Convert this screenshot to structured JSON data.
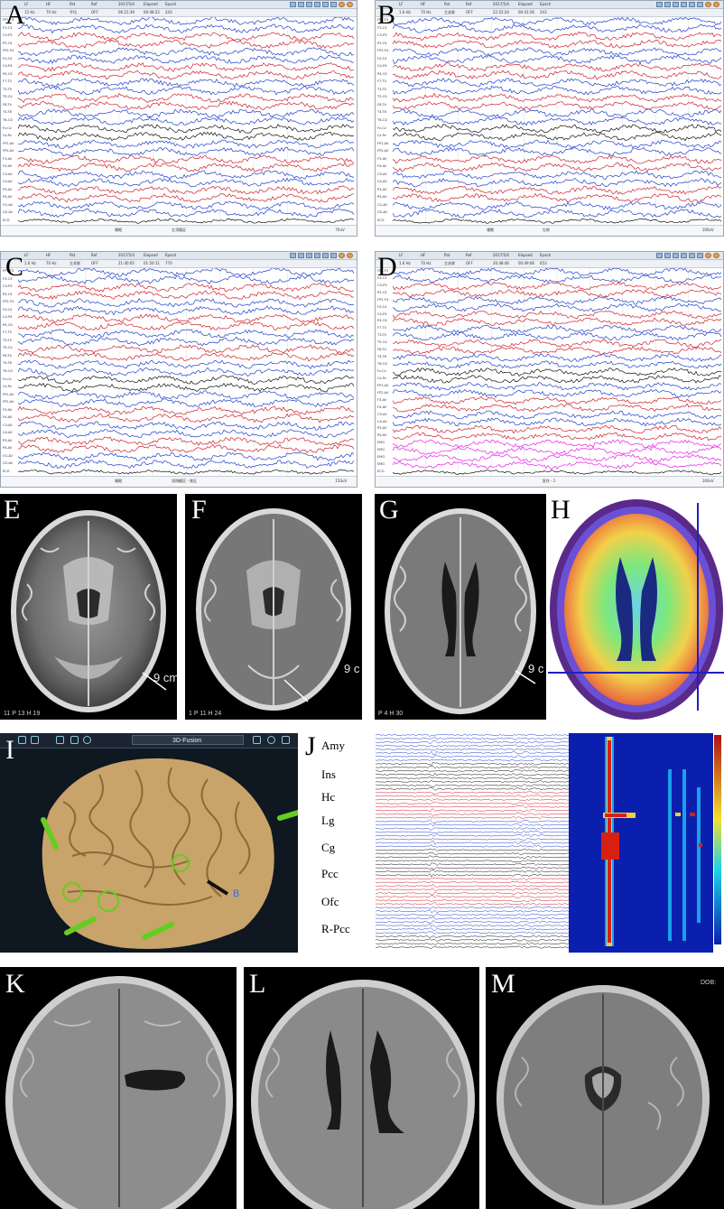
{
  "figure": {
    "panel_labels": [
      "A",
      "B",
      "C",
      "D",
      "E",
      "F",
      "G",
      "H",
      "I",
      "J",
      "K",
      "L",
      "M"
    ]
  },
  "eeg_panels": {
    "A": {
      "toolbar_row1": [
        "LF",
        "HF",
        "Pat",
        "Ref",
        "2017/5/4",
        "Elapsed",
        "Epoch"
      ],
      "toolbar_row2": [
        "15 Hz",
        "70 Hz",
        "平均",
        "OFF",
        "06:21:39",
        "00:48:22",
        "243"
      ],
      "footer_left": "睡眠",
      "footer_mid": "左顶颞区",
      "footer_right": "70uV",
      "channels": [
        "FP1-F3",
        "F3-C3",
        "C3-P3",
        "P3-O1",
        "FP2-F4",
        "F4-C4",
        "C4-P4",
        "P4-O2",
        "F7-T3",
        "T3-T5",
        "T5-O1",
        "F8-T4",
        "T4-T6",
        "T6-O2",
        "Fz-Cz",
        "Cz-Pz",
        "FP1-AV",
        "FP2-AV",
        "F3-AV",
        "F4-AV",
        "C3-AV",
        "C4-AV",
        "P3-AV",
        "P4-AV",
        "O1-AV",
        "O2-AV",
        "ECG"
      ]
    },
    "B": {
      "toolbar_row1": [
        "LF",
        "HF",
        "Pat",
        "Ref",
        "2017/5/4",
        "Elapsed",
        "Epoch"
      ],
      "toolbar_row2": [
        "1.6 Hz",
        "70 Hz",
        "主关联",
        "OFF",
        "22:22:24",
        "00:41:26",
        "243"
      ],
      "footer_left": "睡眠",
      "footer_mid": "左侧",
      "footer_right": "100uV",
      "channels": [
        "FP1-F3",
        "F3-C3",
        "C3-P3",
        "P3-O1",
        "FP2-F4",
        "F4-C4",
        "C4-P4",
        "P4-O2",
        "F7-T3",
        "T3-T5",
        "T5-O1",
        "F8-T4",
        "T4-T6",
        "T6-O2",
        "Fz-Cz",
        "Cz-Pz",
        "FP1-AV",
        "FP2-AV",
        "F3-AV",
        "F4-AV",
        "C3-AV",
        "C4-AV",
        "P3-AV",
        "P4-AV",
        "O1-AV",
        "O2-AV",
        "ECG"
      ]
    },
    "C": {
      "toolbar_row1": [
        "LF",
        "HF",
        "Pat",
        "Ref",
        "2017/5/3",
        "Elapsed",
        "Epoch"
      ],
      "toolbar_row2": [
        "1.6 Hz",
        "70 Hz",
        "主关联",
        "OFF",
        "21:40:05",
        "01:50:11",
        "770"
      ],
      "footer_left": "睡眠",
      "footer_mid": "双侧额区 - 枕区",
      "footer_right": "150uV",
      "channels": [
        "FP1-F3",
        "F3-C3",
        "C3-P3",
        "P3-O1",
        "FP2-F4",
        "F4-C4",
        "C4-P4",
        "P4-O2",
        "F7-T3",
        "T3-T5",
        "T5-O1",
        "F8-T4",
        "T4-T6",
        "T6-O2",
        "Fz-Cz",
        "Cz-Pz",
        "FP1-AV",
        "FP2-AV",
        "F3-AV",
        "F4-AV",
        "C3-AV",
        "C4-AV",
        "P3-AV",
        "P4-AV",
        "O1-AV",
        "O2-AV",
        "ECG"
      ]
    },
    "D": {
      "toolbar_row1": [
        "LF",
        "HF",
        "Pat",
        "Ref",
        "2017/5/4",
        "Elapsed",
        "Epoch"
      ],
      "toolbar_row2": [
        "1.6 Hz",
        "70 Hz",
        "主关联",
        "OFF",
        "20:48:46",
        "00:49:06",
        "653"
      ],
      "footer_left": "",
      "footer_mid": "发作 - 1",
      "footer_right": "100uV",
      "channels": [
        "FP1-F3",
        "F3-C3",
        "C3-P3",
        "P3-O1",
        "FP2-F4",
        "F4-C4",
        "C4-P4",
        "P4-O2",
        "F7-T3",
        "T3-T5",
        "T5-O1",
        "F8-T4",
        "T4-T6",
        "T6-O2",
        "Fz-Cz",
        "Cz-Pz",
        "FP1-AV",
        "FP2-AV",
        "F3-AV",
        "F4-AV",
        "C3-AV",
        "C4-AV",
        "P3-AV",
        "P4-AV",
        "EMG",
        "EMG",
        "EMG",
        "EMG",
        "ECG"
      ]
    }
  },
  "mri": {
    "E": {
      "scale": "9 cm",
      "footer": "11 P 13 H 19"
    },
    "F": {
      "scale": "9 c",
      "footer": "1 P 11 H 24"
    },
    "G": {
      "scale": "9 c",
      "footer": "P 4 H 30"
    },
    "H": {
      "scale": ""
    },
    "K": {},
    "L": {},
    "M": {
      "corner": "DOB:"
    }
  },
  "panel_I": {
    "toolbar_title": "3D-Fusion",
    "marker_label": "B",
    "icons": [
      "cursor-icon",
      "zoom-icon",
      "pan-icon",
      "rotate-icon",
      "contrast-icon",
      "reset-icon",
      "fullscreen-icon"
    ]
  },
  "panel_J": {
    "regions": [
      "Amy",
      "Ins",
      "Hc",
      "Lg",
      "Cg",
      "Pcc",
      "Ofc",
      "R-Pcc"
    ]
  },
  "colors": {
    "eeg_red": "#cc1f2d",
    "eeg_blue": "#1f3fcc",
    "eeg_black": "#111111",
    "eeg_magenta": "#e61ee6",
    "brain_tan": "#c8a46a",
    "electrode_green": "#66cc22"
  }
}
